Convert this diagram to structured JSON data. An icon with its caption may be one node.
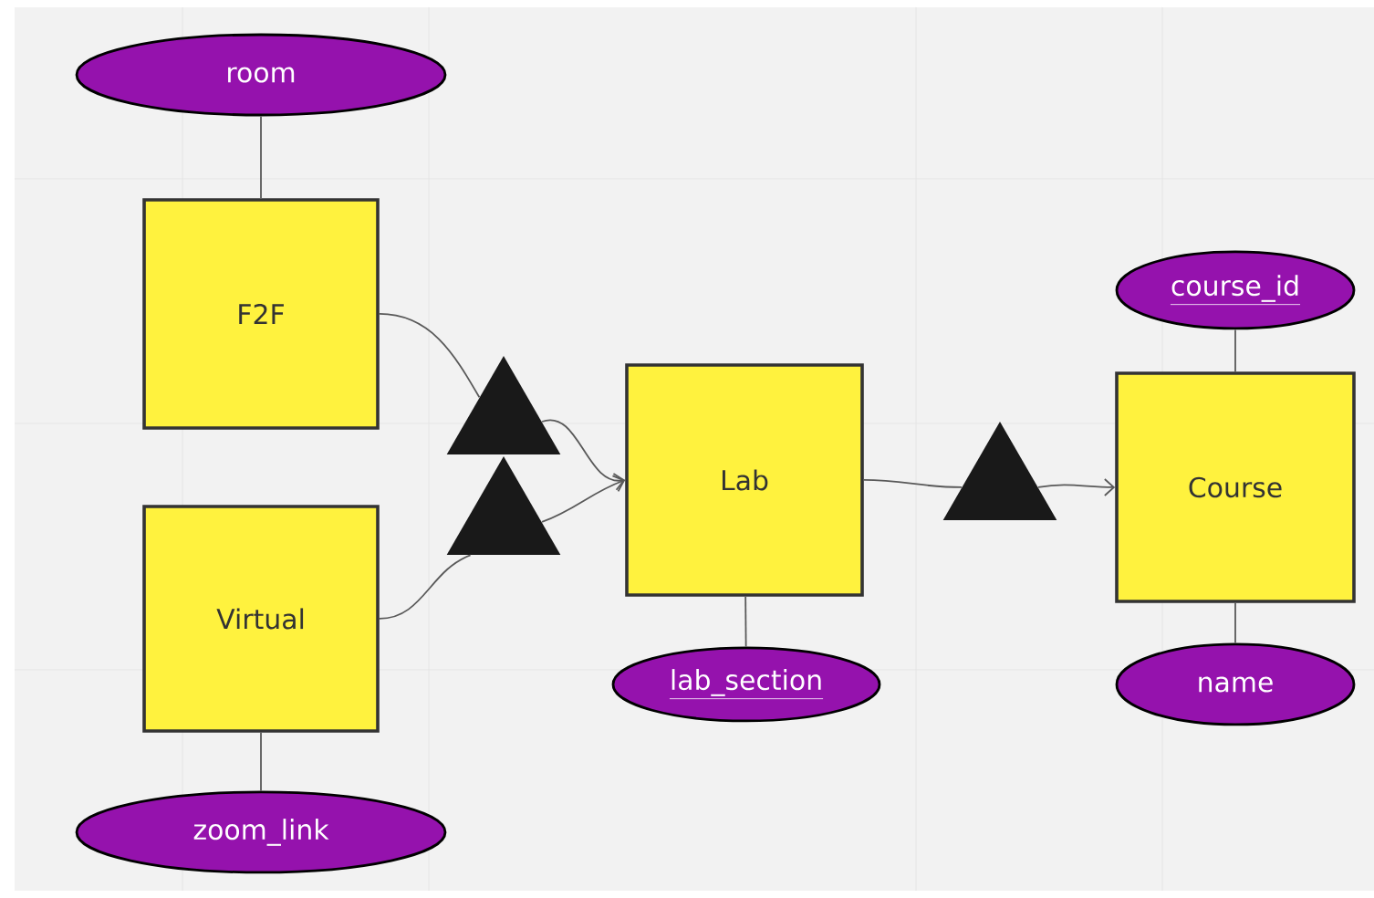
{
  "diagram": {
    "nodes": [
      {
        "text": [
          "room"
        ]
      },
      {
        "text": [
          "F2F"
        ]
      },
      {
        "text": [
          "Virtual"
        ]
      },
      {
        "text": [
          "zoom_link"
        ]
      },
      {
        "text": [],
        "shape": "triangle"
      },
      {
        "text": [],
        "shape": "triangle"
      },
      {
        "text": [
          "Lab"
        ]
      },
      {
        "text": [
          "lab_section"
        ]
      },
      {
        "text": [],
        "shape": "triangle"
      },
      {
        "text": [
          "course_id"
        ]
      },
      {
        "text": [
          "Course"
        ]
      },
      {
        "text": [
          "name"
        ]
      }
    ],
    "edges": [
      {
        "from": 0,
        "to": 1,
        "arrow": "none"
      },
      {
        "from": 2,
        "to": 3,
        "arrow": "none"
      },
      {
        "from": 1,
        "to": 4,
        "arrow": "none"
      },
      {
        "from": 4,
        "to": 6,
        "arrow": "to"
      },
      {
        "from": 2,
        "to": 5,
        "arrow": "none"
      },
      {
        "from": 5,
        "to": 6,
        "arrow": "to"
      },
      {
        "from": 6,
        "to": 7,
        "arrow": "none"
      },
      {
        "from": 6,
        "to": 8,
        "arrow": "none"
      },
      {
        "from": 8,
        "to": 10,
        "arrow": "to"
      },
      {
        "from": 9,
        "to": 10,
        "arrow": "none"
      },
      {
        "from": 10,
        "to": 11,
        "arrow": "none"
      }
    ]
  }
}
